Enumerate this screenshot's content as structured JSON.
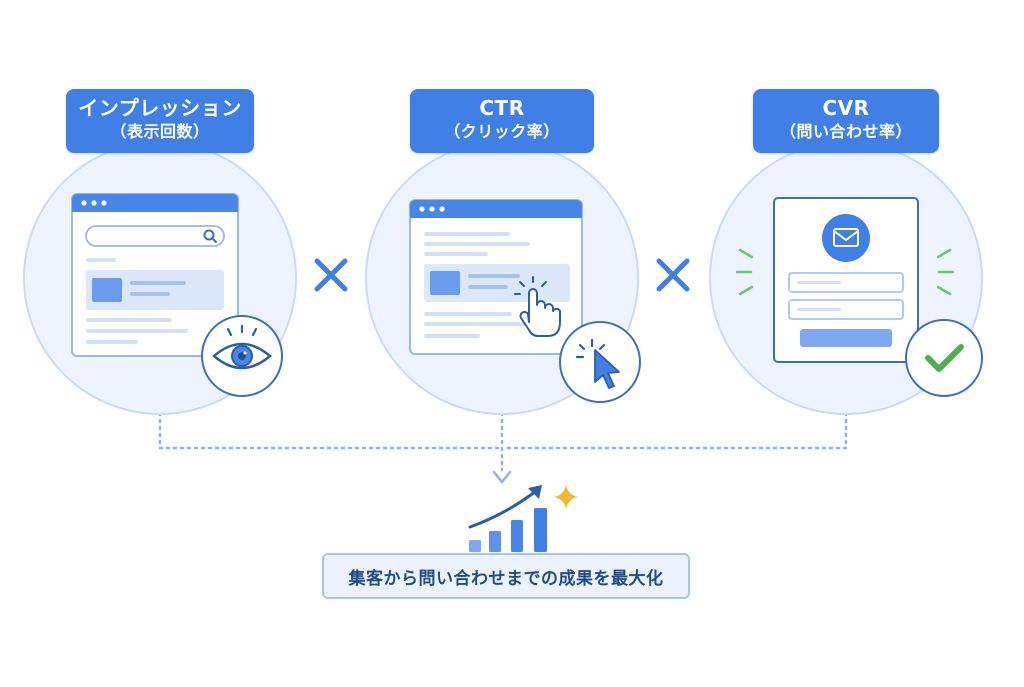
{
  "metrics": [
    {
      "title": "インプレッション",
      "subtitle": "（表示回数）",
      "icon": "eye-icon"
    },
    {
      "title": "CTR",
      "subtitle": "（クリック率）",
      "icon": "cursor-icon"
    },
    {
      "title": "CVR",
      "subtitle": "（問い合わせ率）",
      "icon": "check-icon"
    }
  ],
  "operators": [
    "×",
    "×"
  ],
  "summary": {
    "text": "集客から問い合わせまでの成果を最大化",
    "icon": "growth-chart-icon"
  },
  "colors": {
    "accent": "#3f7fe6",
    "accent_light": "#dbe7fb",
    "circle_fill": "#eef4fd",
    "success": "#4caf50",
    "sparkle": "#f5b731",
    "summary_text": "#224a86"
  }
}
